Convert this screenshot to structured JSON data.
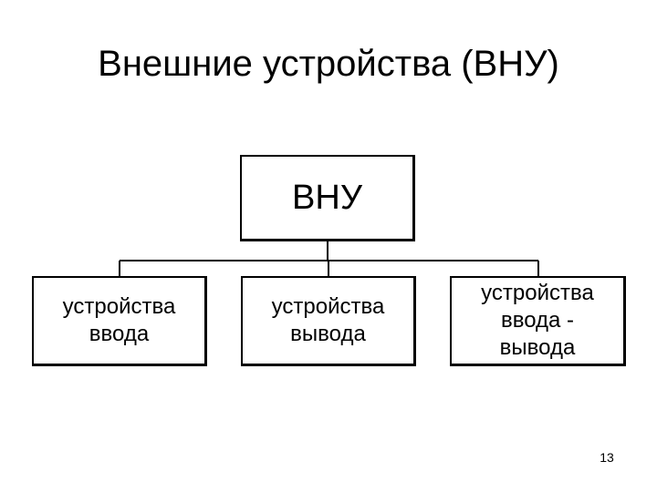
{
  "title": "Внешние устройства (ВНУ)",
  "diagram": {
    "root": {
      "label": "ВНУ"
    },
    "children": [
      {
        "label": "устройства\nввода"
      },
      {
        "label": "устройства\nвывода"
      },
      {
        "label": "устройства\nввода -\nвывода"
      }
    ]
  },
  "page_number": "13",
  "colors": {
    "line": "#000000",
    "background": "#ffffff"
  }
}
